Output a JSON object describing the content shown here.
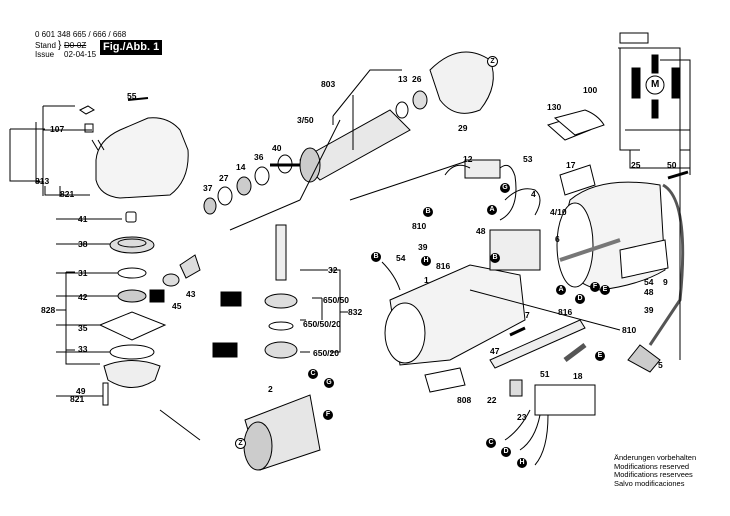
{
  "header": {
    "part_numbers": "0 601 348 665 / 666 / 668",
    "stand_label": "Stand",
    "issue_label": "Issue",
    "stand_value": "D0-0Z",
    "issue_value": "02-04-15",
    "figure_label": "Fig./Abb. 1"
  },
  "notice": {
    "lines": [
      "Änderungen vorbehalten",
      "Modifications reserved",
      "Modifications reservees",
      "Salvo modificaciones"
    ]
  },
  "parts": {
    "p55": "55",
    "p107": "107",
    "p813": "813",
    "p821a": "821",
    "p41": "41",
    "p38": "38",
    "p31": "31",
    "p42": "42",
    "p828": "828",
    "p35": "35",
    "p33": "33",
    "p49": "49",
    "p821b": "821",
    "p45": "45",
    "p43": "43",
    "p37": "37",
    "p27": "27",
    "p14": "14",
    "p36": "36",
    "p40": "40",
    "p803": "803",
    "p350": "3/50",
    "p13": "13",
    "p26": "26",
    "p29": "29",
    "p32": "32",
    "p650_50": "650/50",
    "p650_50_20": "650/50/20",
    "p650_20": "650/20",
    "p832": "832",
    "p2": "2",
    "p12": "12",
    "p53": "53",
    "p4": "4",
    "p410": "4/10",
    "p810a": "810",
    "p39a": "39",
    "p48a": "48",
    "p816a": "816",
    "p54a": "54",
    "p1": "1",
    "p7": "7",
    "p47": "47",
    "p808": "808",
    "p22": "22",
    "p23": "23",
    "p51": "51",
    "p18": "18",
    "p130": "130",
    "p100": "100",
    "p17": "17",
    "p25": "25",
    "p50": "50",
    "p6": "6",
    "p9": "9",
    "p54b": "54",
    "p48b": "48",
    "p816b": "816",
    "p39b": "39",
    "p810b": "810",
    "p5": "5"
  },
  "connectors": {
    "A": "A",
    "B": "B",
    "C": "C",
    "D": "D",
    "E": "E",
    "F": "F",
    "G": "G",
    "H": "H",
    "Z": "Z"
  },
  "wiring_diagram": {
    "motor_label": "M"
  }
}
